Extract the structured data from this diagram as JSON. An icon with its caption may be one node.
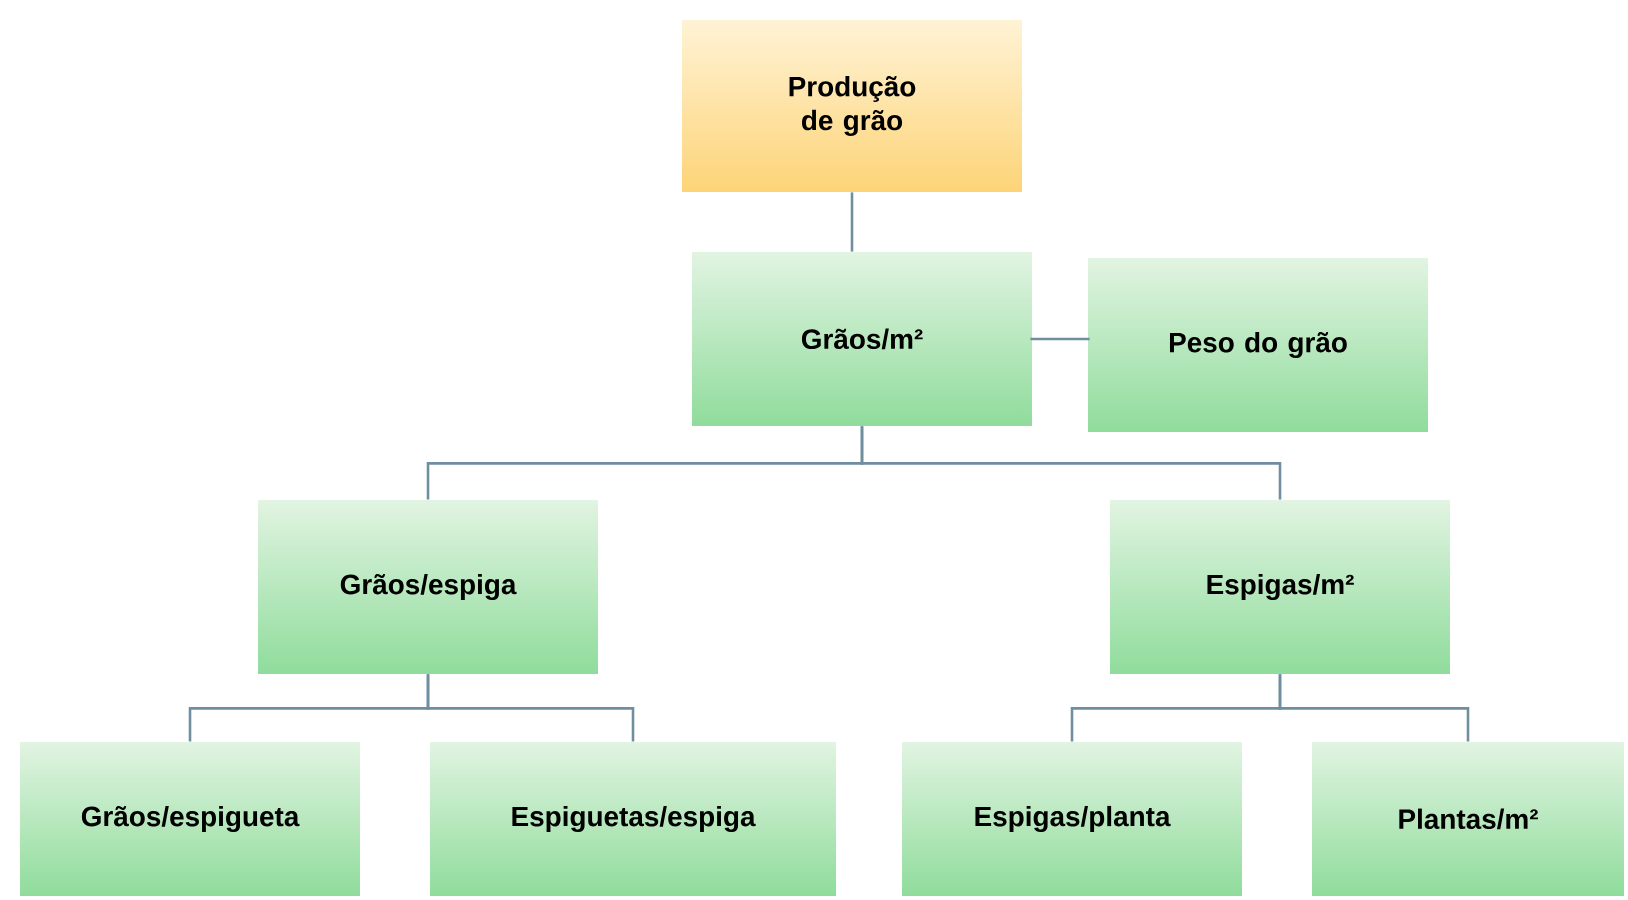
{
  "diagram": {
    "nodes": [
      {
        "text": [
          "Produção de grão"
        ]
      },
      {
        "text": [
          "Grãos/m²"
        ]
      },
      {
        "text": [
          "Peso do grão"
        ]
      },
      {
        "text": [
          "Grãos/espiga"
        ]
      },
      {
        "text": [
          "Espigas/m²"
        ]
      },
      {
        "text": [
          "Grãos/espigueta"
        ]
      },
      {
        "text": [
          "Espiguetas/espiga"
        ]
      },
      {
        "text": [
          "Espigas/planta"
        ]
      },
      {
        "text": [
          "Plantas/m²"
        ]
      }
    ],
    "edges": [
      {
        "from": 0,
        "to": 1,
        "arrow": "none"
      },
      {
        "from": 1,
        "to": 2,
        "arrow": "none"
      },
      {
        "from": 1,
        "to": 3,
        "arrow": "none"
      },
      {
        "from": 1,
        "to": 4,
        "arrow": "none"
      },
      {
        "from": 3,
        "to": 5,
        "arrow": "none"
      },
      {
        "from": 3,
        "to": 6,
        "arrow": "none"
      },
      {
        "from": 4,
        "to": 7,
        "arrow": "none"
      },
      {
        "from": 4,
        "to": 8,
        "arrow": "none"
      }
    ]
  }
}
